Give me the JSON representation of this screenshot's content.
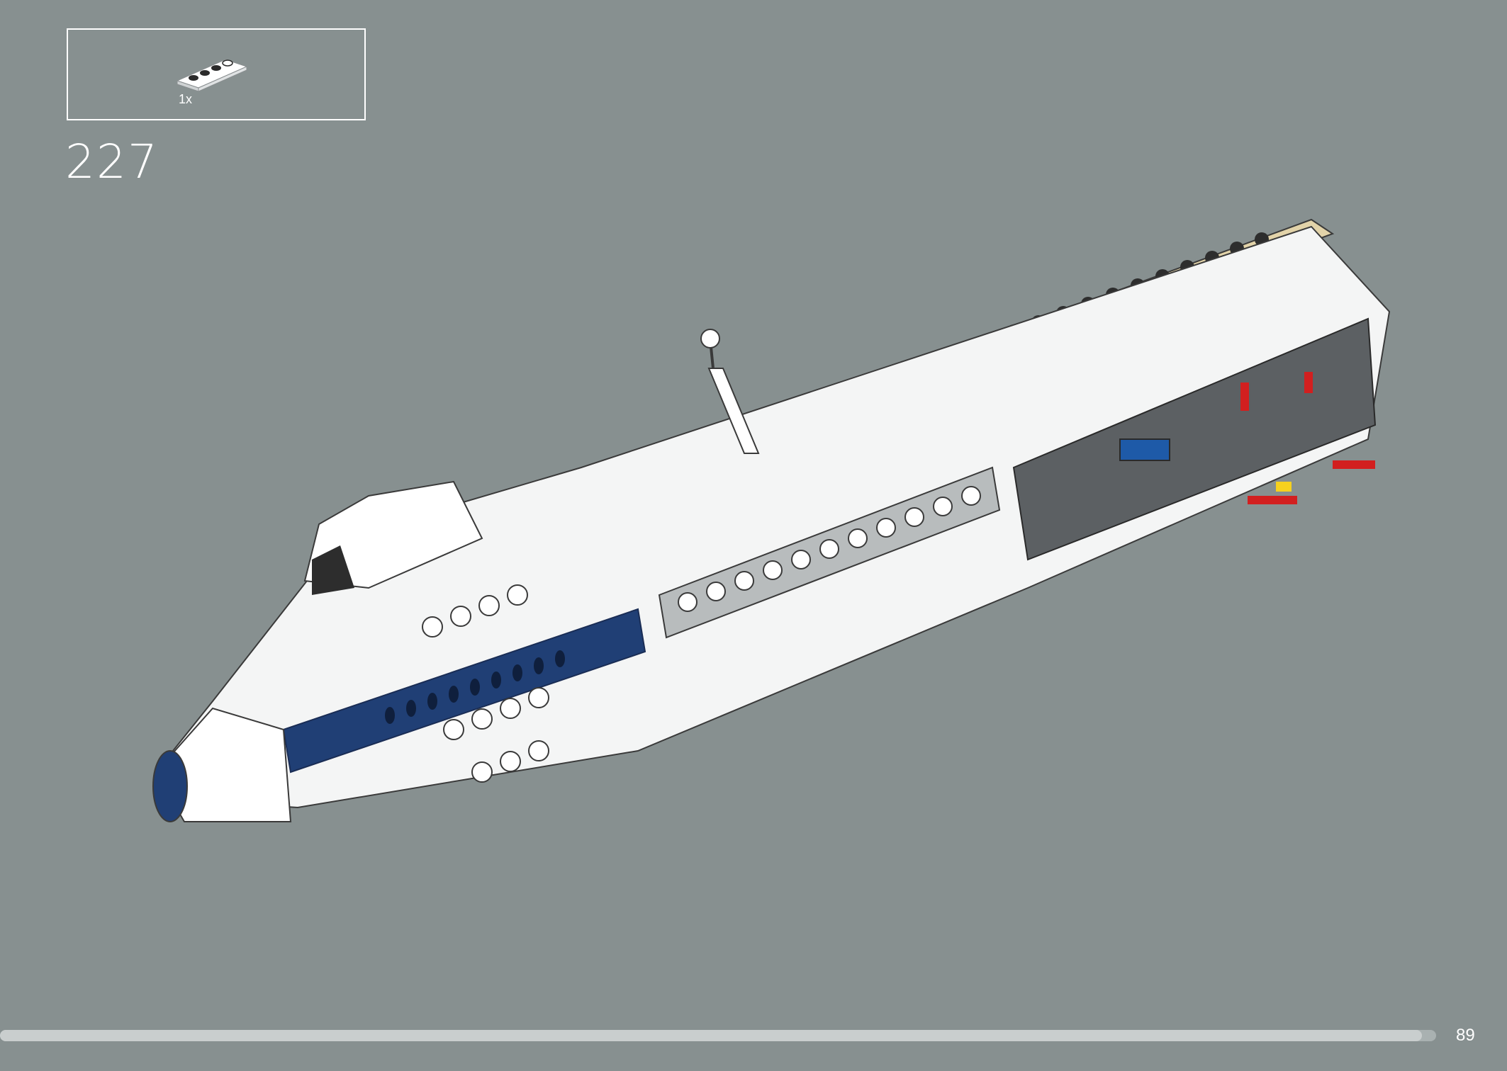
{
  "parts_list": {
    "items": [
      {
        "icon": "white-plate-1x4-icon",
        "quantity": "1x"
      }
    ]
  },
  "step": {
    "number": "227"
  },
  "model": {
    "illustration": "space-shuttle-model-icon"
  },
  "progress": {
    "fraction": 0.99
  },
  "page": {
    "number": "89"
  },
  "colors": {
    "background": "#879090",
    "white": "#ffffff",
    "tan": "#e2d3a9",
    "dark_blue": "#203f75",
    "light_gray": "#b8bcbd",
    "dark_gray": "#5c6063",
    "red": "#d21f1f",
    "yellow": "#f6d11e",
    "blue": "#1e5aa8"
  }
}
